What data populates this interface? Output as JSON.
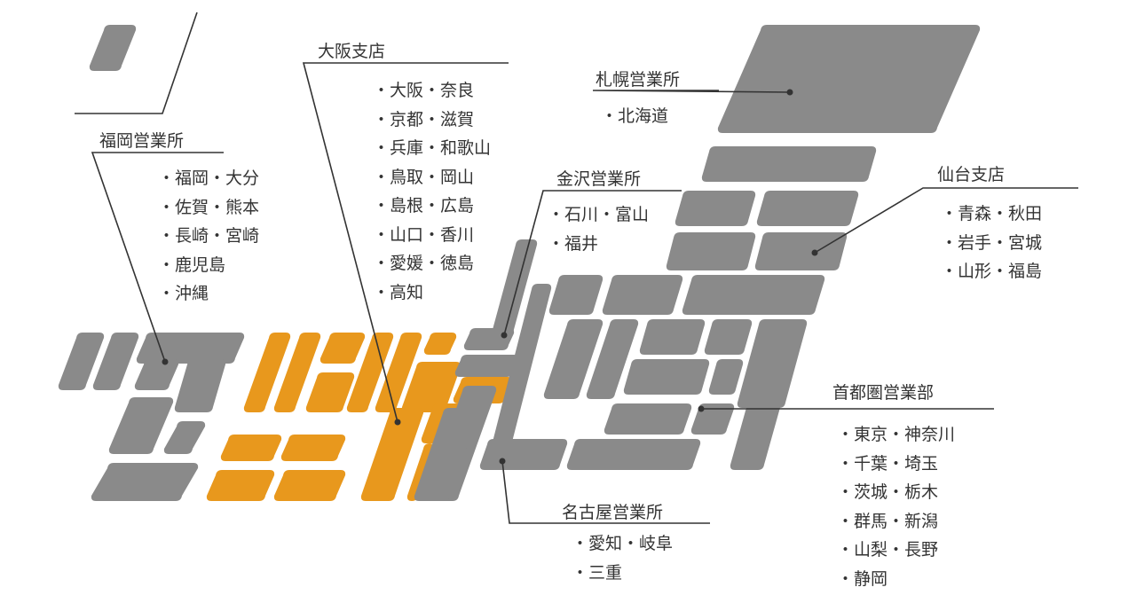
{
  "colors": {
    "background": "#ffffff",
    "region_default": "#8a8a8a",
    "region_highlight": "#e8981d",
    "leader_line": "#333333",
    "text": "#333333"
  },
  "highlighted_branch": "osaka",
  "branches": {
    "fukuoka": {
      "title": "福岡営業所",
      "prefectures": [
        "・福岡・大分",
        "・佐賀・熊本",
        "・長崎・宮崎",
        "・鹿児島",
        "・沖縄"
      ]
    },
    "osaka": {
      "title": "大阪支店",
      "prefectures": [
        "・大阪・奈良",
        "・京都・滋賀",
        "・兵庫・和歌山",
        "・鳥取・岡山",
        "・島根・広島",
        "・山口・香川",
        "・愛媛・徳島",
        "・高知"
      ]
    },
    "sapporo": {
      "title": "札幌営業所",
      "prefectures": [
        "・北海道"
      ]
    },
    "kanazawa": {
      "title": "金沢営業所",
      "prefectures": [
        "・石川・富山",
        "・福井"
      ]
    },
    "sendai": {
      "title": "仙台支店",
      "prefectures": [
        "・青森・秋田",
        "・岩手・宮城",
        "・山形・福島"
      ]
    },
    "shutoken": {
      "title": "首都圏営業部",
      "prefectures": [
        "・東京・神奈川",
        "・千葉・埼玉",
        "・茨城・栃木",
        "・群馬・新潟",
        "・山梨・長野",
        "・静岡"
      ]
    },
    "nagoya": {
      "title": "名古屋営業所",
      "prefectures": [
        "・愛知・岐阜",
        "・三重"
      ]
    }
  }
}
